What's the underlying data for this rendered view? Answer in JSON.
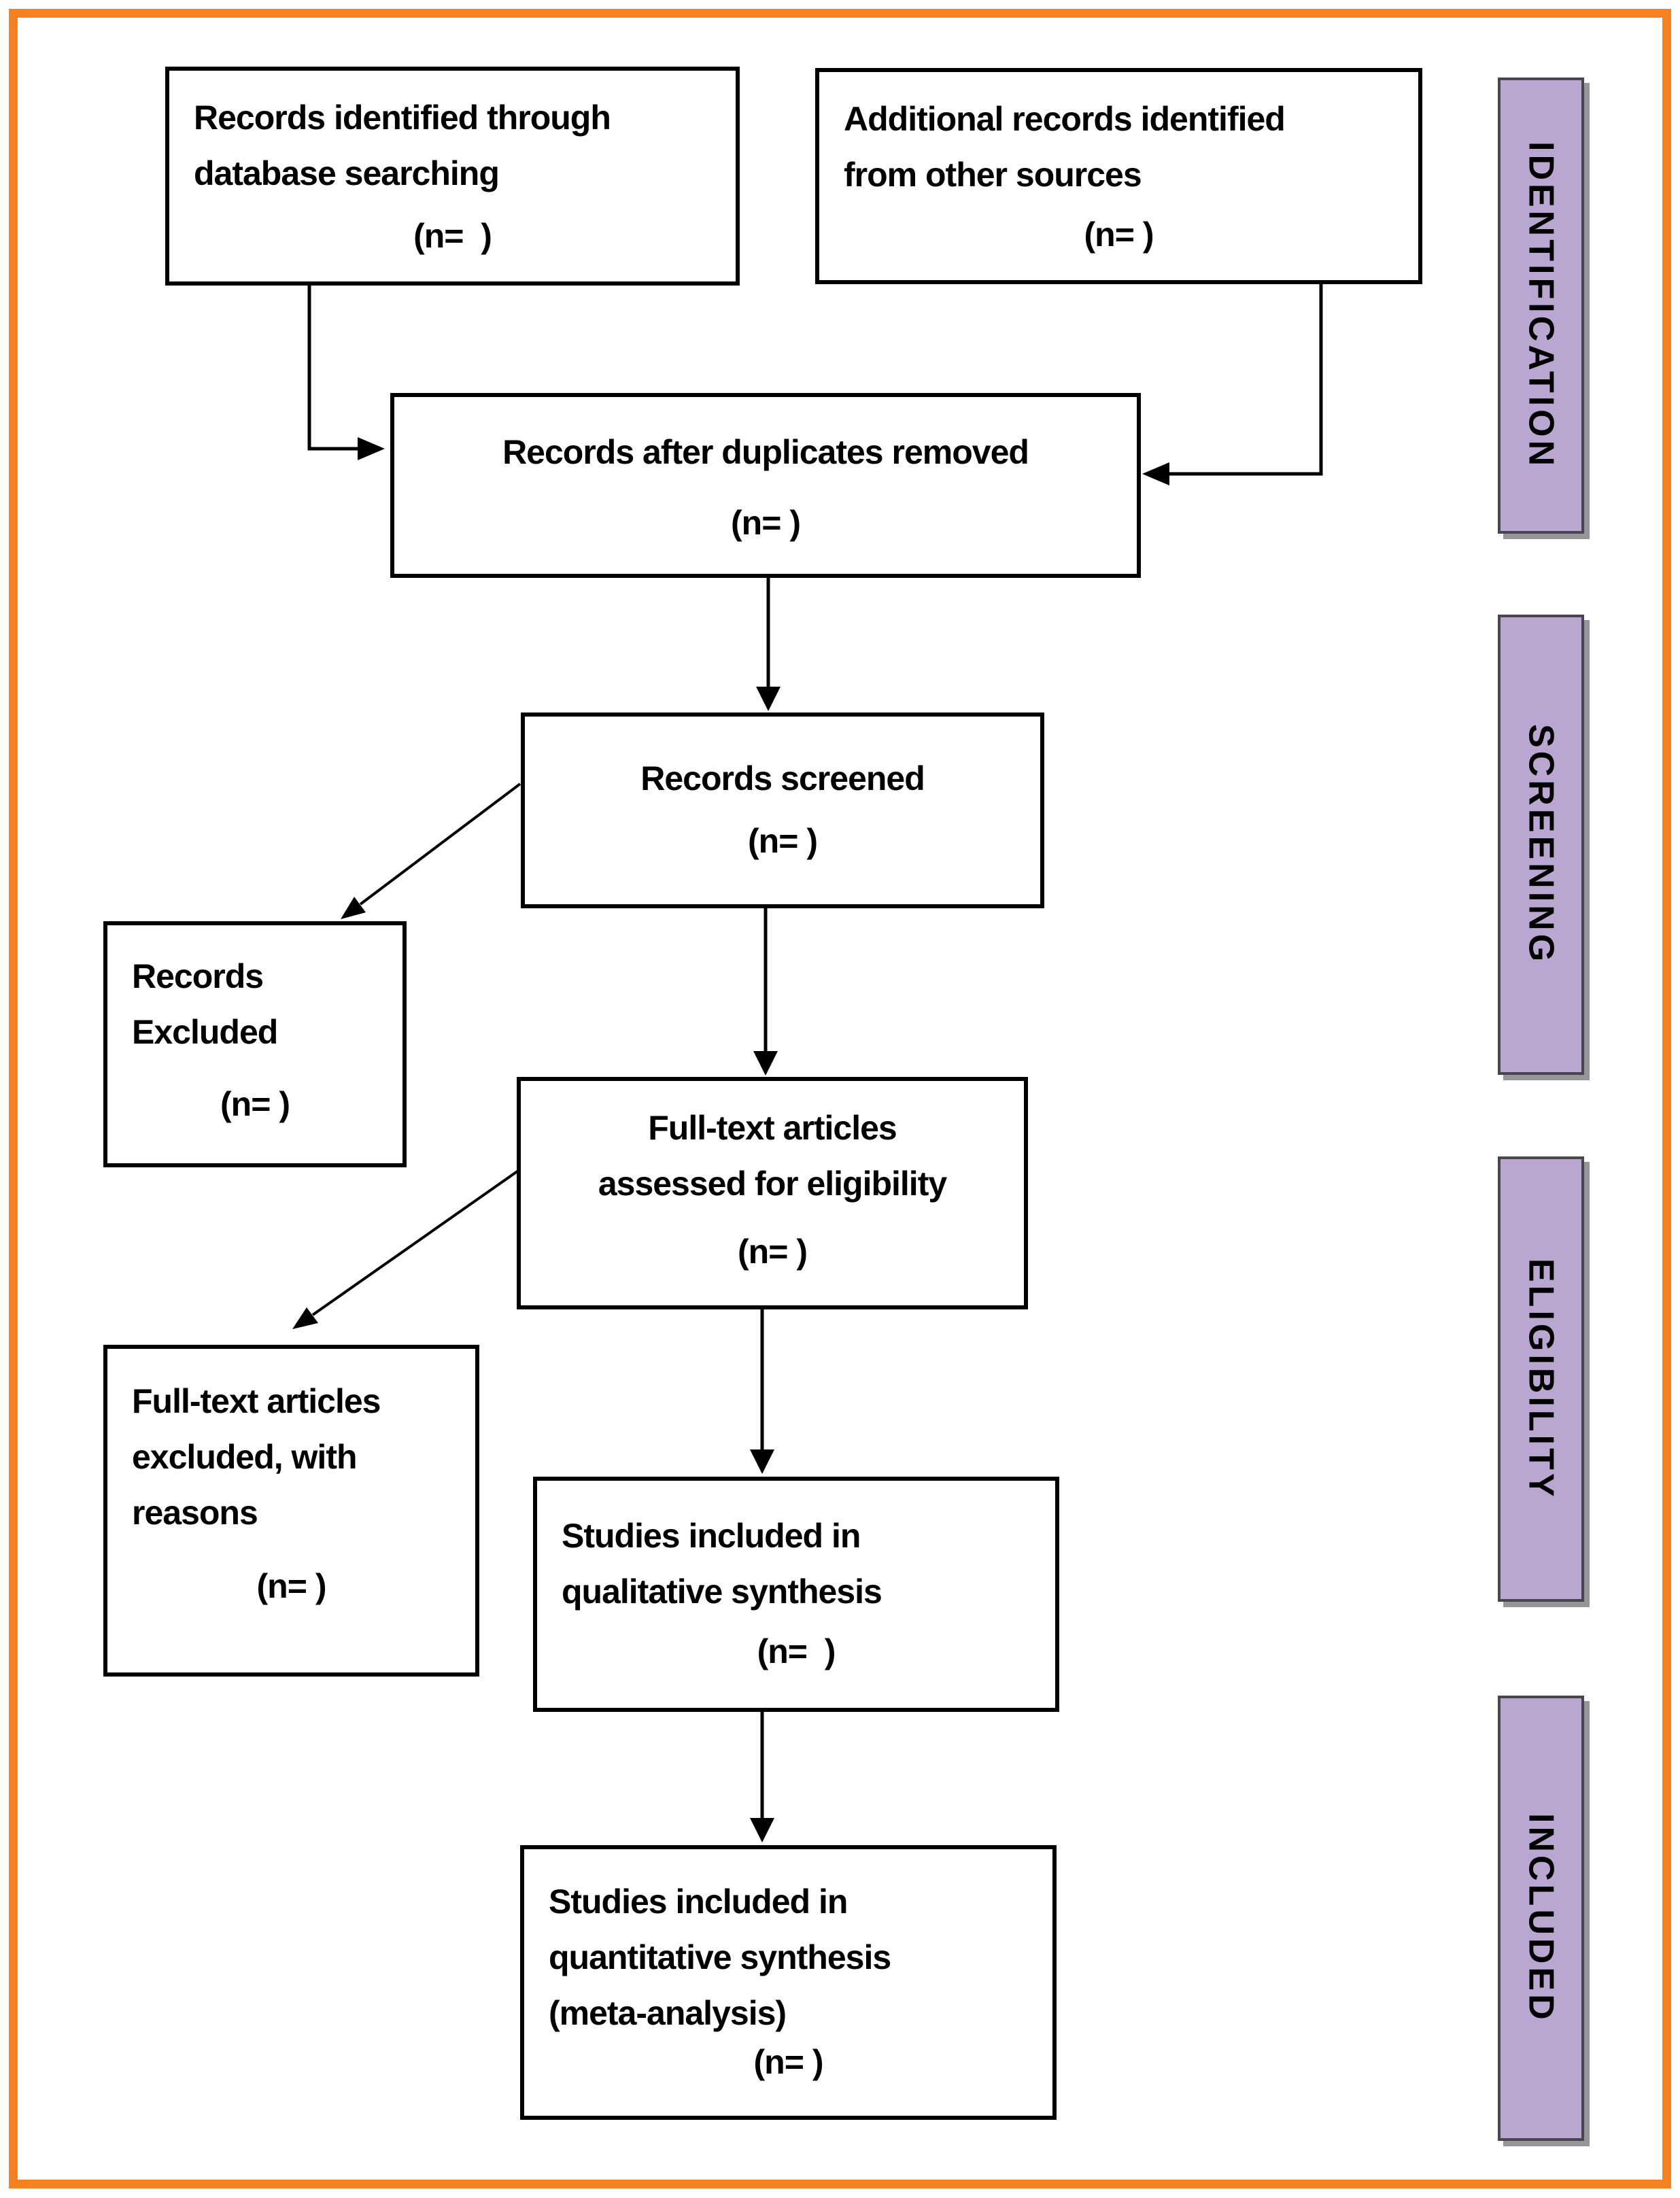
{
  "stages": [
    {
      "label": "IDENTIFICATION"
    },
    {
      "label": "SCREENING"
    },
    {
      "label": "ELIGIBILITY"
    },
    {
      "label": "INCLUDED"
    }
  ],
  "boxes": {
    "database": {
      "lines": [
        "Records identified through",
        "database searching"
      ],
      "n": "(n=  )"
    },
    "other_sources": {
      "lines": [
        "Additional records identified",
        "from other sources"
      ],
      "n": "(n= )"
    },
    "duplicates_removed": {
      "lines": [
        "Records after duplicates removed"
      ],
      "n": "(n= )"
    },
    "screened": {
      "lines": [
        "Records screened"
      ],
      "n": "(n= )"
    },
    "records_excluded": {
      "lines": [
        "Records",
        "Excluded"
      ],
      "n": "(n= )"
    },
    "fulltext_assessed": {
      "lines": [
        "Full-text articles",
        "assessed for eligibility"
      ],
      "n": "(n= )"
    },
    "fulltext_excluded": {
      "lines": [
        "Full-text articles",
        "excluded, with",
        "reasons"
      ],
      "n": "(n= )"
    },
    "qualitative": {
      "lines": [
        "Studies included in",
        "qualitative synthesis"
      ],
      "n": "(n=  )"
    },
    "quantitative": {
      "lines": [
        "Studies included in",
        "quantitative synthesis",
        "(meta-analysis)"
      ],
      "n": "(n= )"
    }
  },
  "colors": {
    "accent_frame": "#f5821f",
    "stage_fill": "#b9a7d1",
    "stage_border": "#47454e",
    "stage_shadow": "#96969a",
    "box_border": "#000000",
    "text": "#000000"
  }
}
